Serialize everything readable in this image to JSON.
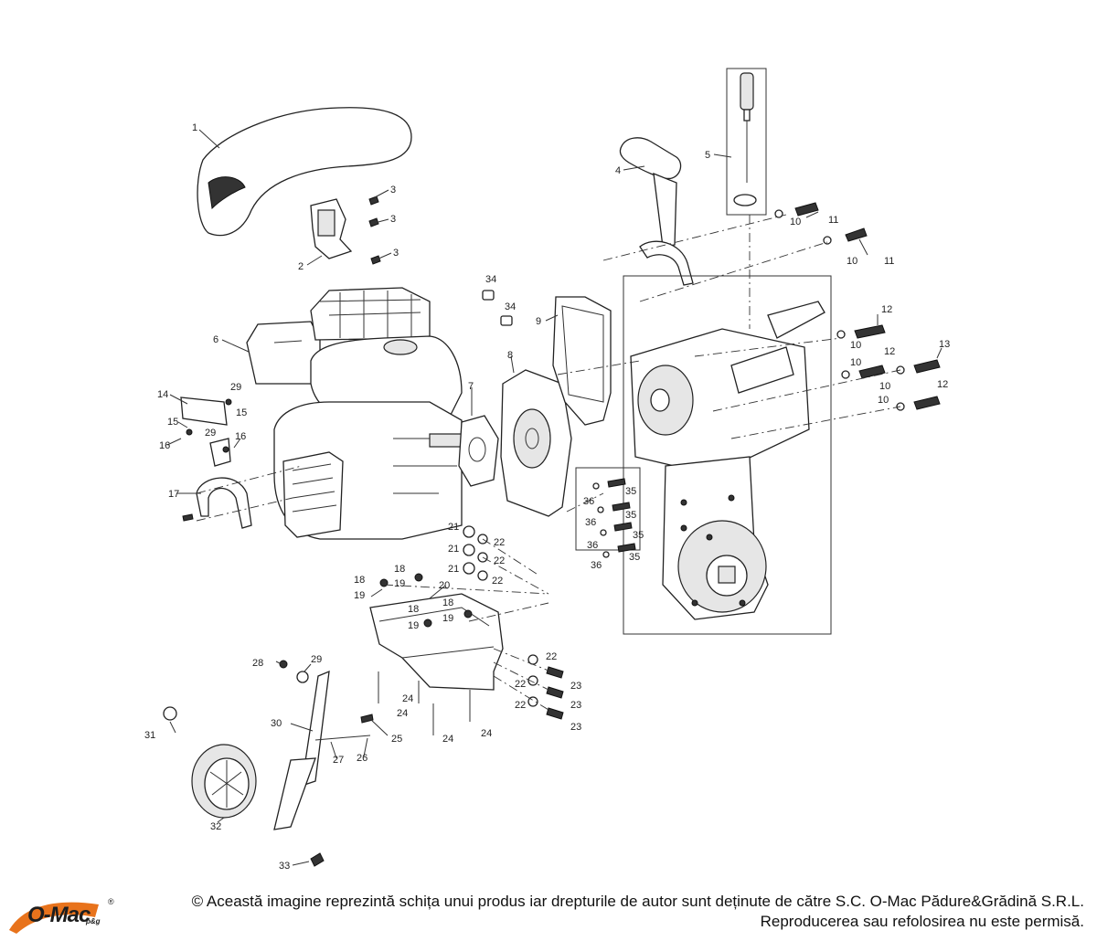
{
  "diagram": {
    "callouts": [
      "1",
      "2",
      "3",
      "4",
      "5",
      "6",
      "7",
      "8",
      "9",
      "10",
      "11",
      "12",
      "13",
      "14",
      "15",
      "16",
      "17",
      "18",
      "19",
      "20",
      "21",
      "22",
      "23",
      "24",
      "25",
      "26",
      "27",
      "28",
      "29",
      "30",
      "31",
      "32",
      "33",
      "34",
      "35",
      "36"
    ]
  },
  "footer": {
    "logo_text": "O-Mac",
    "logo_sub": "p&g",
    "logo_reg": "®",
    "copyright_line1": "© Această imagine reprezintă schița unui produs iar drepturile de autor sunt deținute de către S.C. O-Mac Pădure&Grădină S.R.L.",
    "copyright_line2": "Reproducerea sau refolosirea nu este permisă.",
    "brand_color": "#e8731c"
  }
}
